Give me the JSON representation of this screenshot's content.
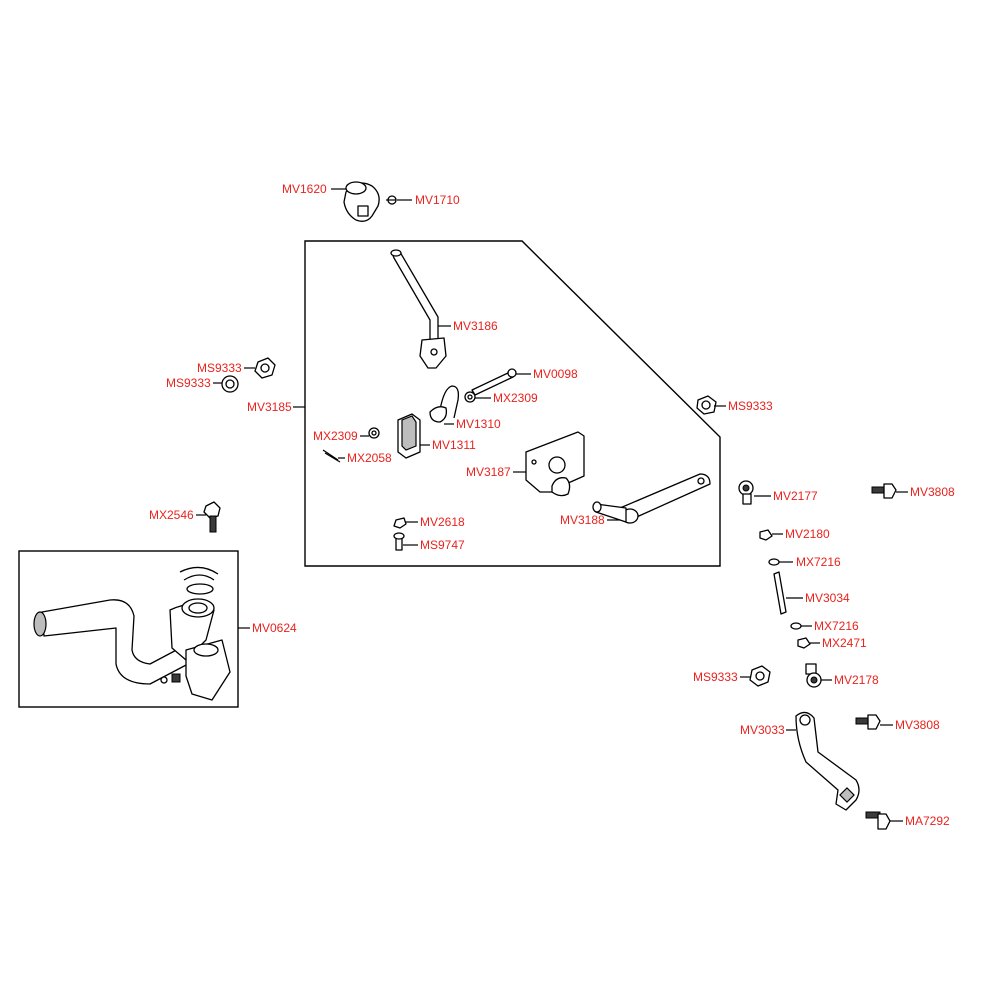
{
  "labels": {
    "mv1620": "MV1620",
    "mv1710": "MV1710",
    "mv3186": "MV3186",
    "mv0098": "MV0098",
    "mx2309_a": "MX2309",
    "mv1310": "MV1310",
    "mv1311": "MV1311",
    "mx2309_b": "MX2309",
    "mx2058": "MX2058",
    "mv3187": "MV3187",
    "mv3188": "MV3188",
    "mv2618": "MV2618",
    "ms9747": "MS9747",
    "mv3185": "MV3185",
    "ms9333_a": "MS9333",
    "ms9333_b": "MS9333",
    "ms9333_c": "MS9333",
    "ms9333_d": "MS9333",
    "mx2546": "MX2546",
    "mv0624": "MV0624",
    "mv2177": "MV2177",
    "mv3808_a": "MV3808",
    "mv2180": "MV2180",
    "mx7216_a": "MX7216",
    "mv3034": "MV3034",
    "mx7216_b": "MX7216",
    "mx2471": "MX2471",
    "mv2178": "MV2178",
    "mv3033": "MV3033",
    "mv3808_b": "MV3808",
    "ma7292": "MA7292"
  },
  "colors": {
    "label": "#e8231f",
    "line": "#000000"
  }
}
